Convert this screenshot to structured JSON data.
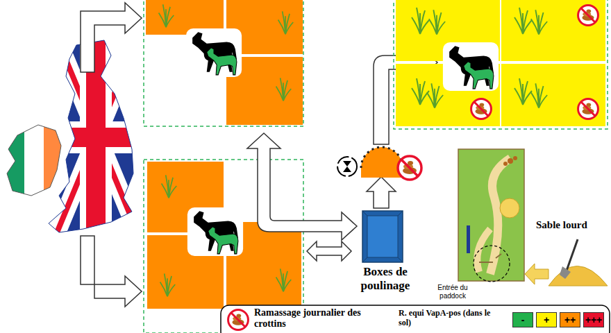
{
  "diagram": {
    "nodes": [
      {
        "text": [
          "Boxes de poulinage"
        ]
      }
    ],
    "labels": [
      "Entrée du paddock",
      "Sable lourd",
      "R. equi VapA-pos (dans le sol)"
    ],
    "legend": [
      {
        "text": "Ramassage journalier des crottins"
      },
      {
        "text": "-",
        "color": "#22b14c"
      },
      {
        "text": "+",
        "color": "#fff200"
      },
      {
        "text": "++",
        "color": "#ff8c00"
      },
      {
        "text": "+++",
        "color": "#e8112d"
      }
    ]
  }
}
